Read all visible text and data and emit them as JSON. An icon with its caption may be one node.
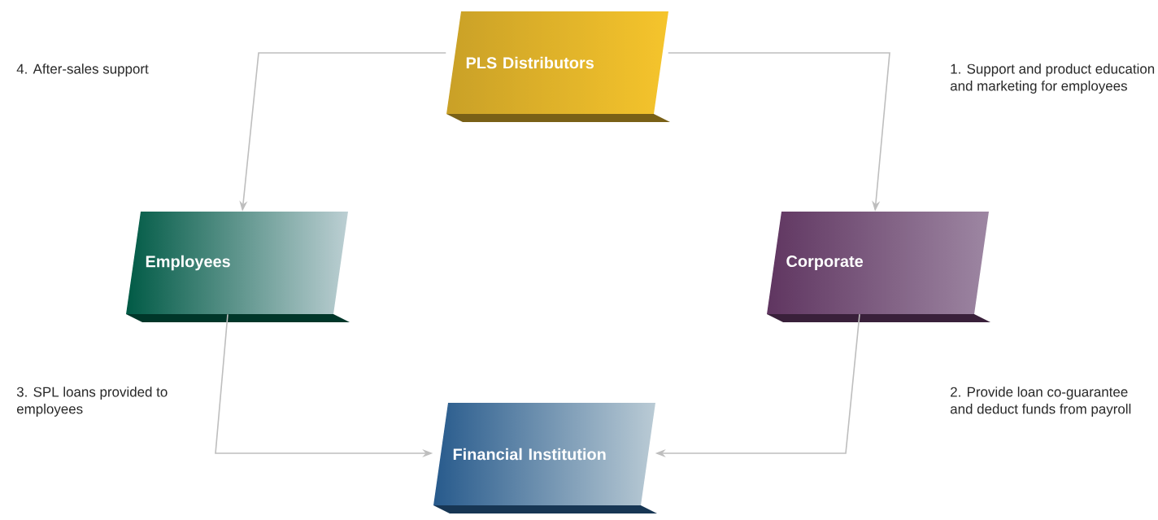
{
  "diagram": {
    "nodes": [
      {
        "text": [
          "PLS Distributors"
        ]
      },
      {
        "text": [
          "Employees"
        ]
      },
      {
        "text": [
          "Corporate"
        ]
      },
      {
        "text": [
          "Financial Institution"
        ]
      }
    ],
    "edges": [
      {
        "from": 0,
        "to": 2,
        "arrow": "to"
      },
      {
        "from": 2,
        "to": 3,
        "arrow": "to"
      },
      {
        "from": 1,
        "to": 3,
        "arrow": "to"
      },
      {
        "from": 0,
        "to": 1,
        "arrow": "to"
      }
    ],
    "labels": [
      "4. After-sales support",
      "1. Support and product education and marketing for employees",
      "3. SPL loans provided to employees",
      "2. Provide loan co-guarantee and deduct funds from payroll"
    ]
  }
}
